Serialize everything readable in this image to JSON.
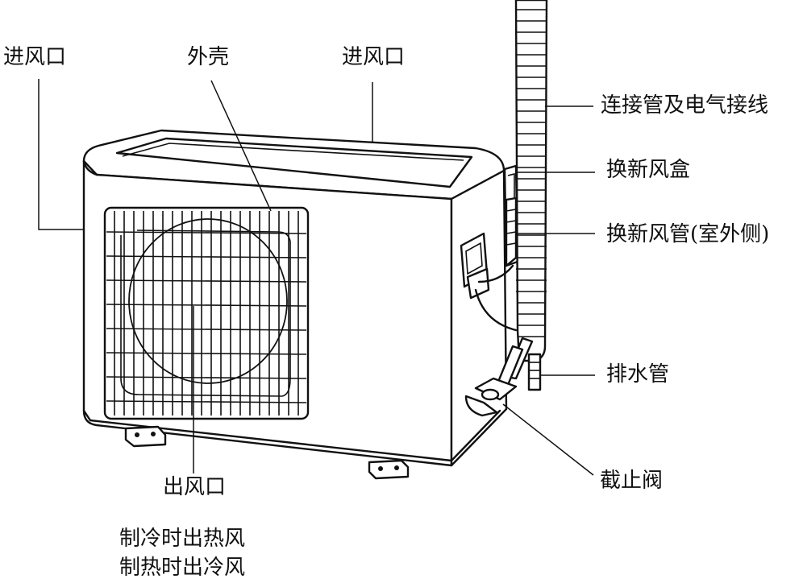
{
  "labels": {
    "inlet_left": "进风口",
    "shell": "外壳",
    "inlet_top": "进风口",
    "connecting_pipe": "连接管及电气接线",
    "fresh_air_box": "换新风盒",
    "fresh_air_duct": "换新风管(室外侧)",
    "drain_pipe": "排水管",
    "stop_valve": "截止阀",
    "outlet": "出风口",
    "outlet_note_1": "制冷时出热风",
    "outlet_note_2": "制热时出冷风"
  }
}
